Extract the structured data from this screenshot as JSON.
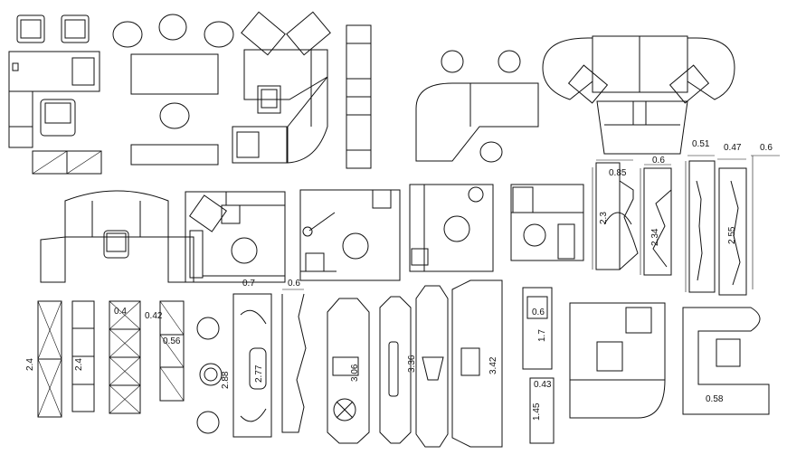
{
  "dims": {
    "a": "0.7",
    "b": "0.6",
    "c": "0.51",
    "d": "0.47",
    "e": "0.6",
    "f": "0.85",
    "g": "0.6",
    "h": "2.3",
    "i": "2.34",
    "j": "2.55",
    "k": "2.4",
    "l": "2.4",
    "m": "0.4",
    "n": "0.42",
    "o": "0.56",
    "p": "2.88",
    "q": "2.77",
    "r": "3.06",
    "s": "3.36",
    "t": "3.42",
    "u": "0.6",
    "v": "1.7",
    "w": "0.43",
    "x": "1.45",
    "y": "0.58"
  }
}
